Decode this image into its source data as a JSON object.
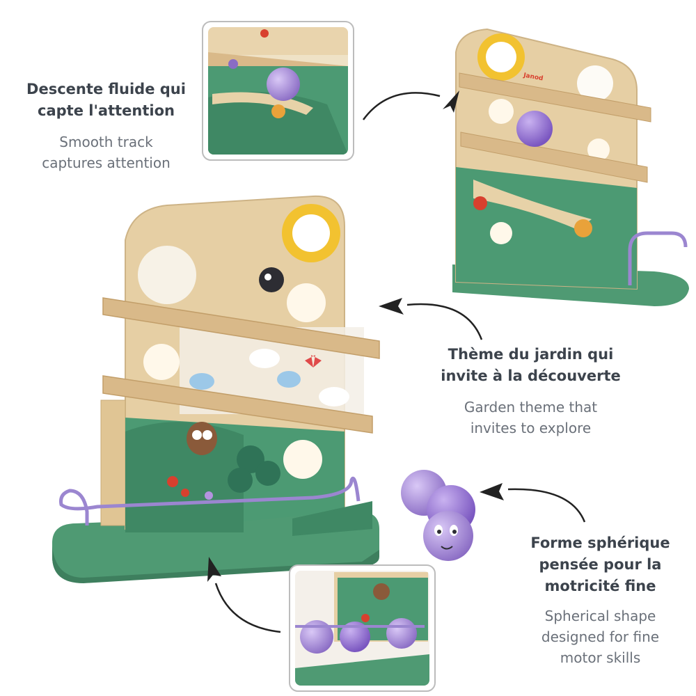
{
  "captions": {
    "top": {
      "fr": [
        "Descente fluide qui",
        "capte l'attention"
      ],
      "en": [
        "Smooth track",
        "captures attention"
      ]
    },
    "middle": {
      "fr": [
        "Thème du jardin qui",
        "invite à la découverte"
      ],
      "en": [
        "Garden theme that",
        "invites to explore"
      ]
    },
    "bottom": {
      "fr": [
        "Forme sphérique",
        "pensée pour la",
        "motricité fine"
      ],
      "en": [
        "Spherical shape",
        "designed for fine",
        "motor skills"
      ]
    }
  },
  "brand_logo": "Janod",
  "colors": {
    "green": "#4f9a73",
    "wood": "#e6cfa4",
    "purple": "#a98ad8",
    "sun": "#f2c230",
    "text": "#3c434c"
  }
}
